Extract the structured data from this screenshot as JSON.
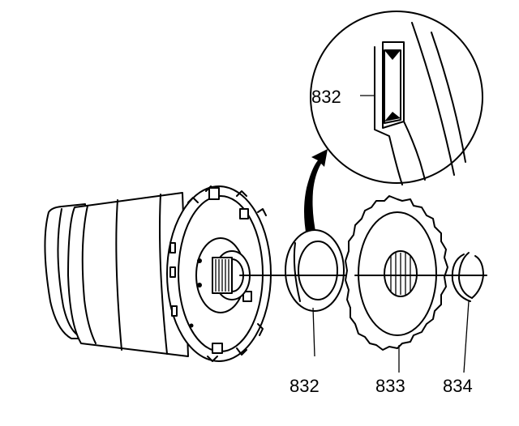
{
  "diagram": {
    "labels": {
      "inset_part": "832",
      "part_832": "832",
      "part_833": "833",
      "part_834": "834"
    },
    "colors": {
      "ink": "#000000",
      "paper": "#ffffff"
    }
  }
}
